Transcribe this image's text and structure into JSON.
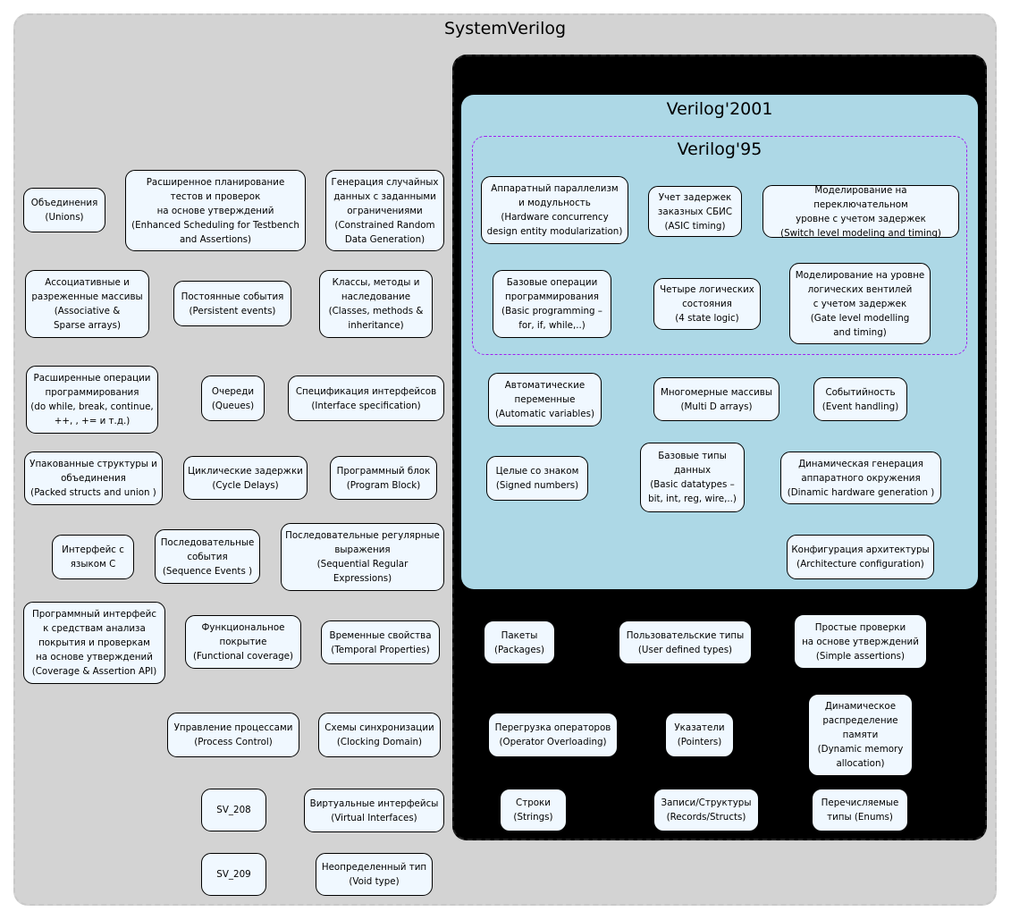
{
  "clusters": {
    "systemverilog": "SystemVerilog",
    "verilog2001": "Verilog'2001",
    "verilog95": "Verilog'95"
  },
  "colors": {
    "systemverilog_fill": "#d3d3d3",
    "black_cluster_fill": "#000000",
    "verilog2001_fill": "#add8e6",
    "verilog95_border": "#a020f0",
    "node_fill": "#f0f8ff"
  },
  "nodes": {
    "unions": "Объединения\n(Unions)",
    "enhanced_scheduling": "Расширенное планирование\nтестов и проверок\nна основе утверждений\n(Enhanced Scheduling for Testbench\nand Assertions)",
    "constrained_random": "Генерация случайных\nданных с заданными\nограничениями\n(Constrained Random\nData Generation)",
    "associative_arrays": "Ассоциативные и\nразреженные массивы\n(Associative &\nSparse arrays)",
    "persistent_events": "Постоянные события\n(Persistent events)",
    "classes": "Классы, методы и\nнаследование\n(Classes, methods &\ninheritance)",
    "enhanced_programming": "Расширенные операции\nпрограммирования\n(do while, break, continue,\n++, , += и т.д.)",
    "queues": "Очереди\n(Queues)",
    "interface_spec": "Спецификация интерфейсов\n(Interface specification)",
    "packed_structs": "Упакованные структуры и\nобъединения\n(Packed structs and union )",
    "cycle_delays": "Циклические задержки\n(Cycle Delays)",
    "program_block": "Программный блок\n(Program Block)",
    "c_interface": "Интерфейс с\nязыком С",
    "sequence_events": "Последовательные\nсобытия\n(Sequence Events )",
    "sequential_regex": "Последовательные регулярные\nвыражения\n(Sequential Regular\nExpressions)",
    "coverage_api": "Программный интерфейс\nк средствам анализа\nпокрытия и проверкам\nна основе утверждений\n(Coverage & Assertion API)",
    "functional_coverage": "Функциональное\nпокрытие\n(Functional coverage)",
    "temporal_properties": "Временные свойства\n(Temporal Properties)",
    "process_control": "Управление процессами\n(Process Control)",
    "clocking_domain": "Схемы синхронизации\n(Clocking Domain)",
    "sv_208": "SV_208",
    "virtual_interfaces": "Виртуальные интерфейсы\n(Virtual Interfaces)",
    "sv_209": "SV_209",
    "void_type": "Неопределенный тип\n(Void type)",
    "hw_concurrency": "Аппаратный параллелизм\nи модульность\n(Hardware concurrency\ndesign entity modularization)",
    "asic_timing": "Учет задержек\nзаказных СБИС\n(ASIC timing)",
    "switch_level": "Моделирование на переключательном\nуровне с учетом задержек\n(Switch level modeling and timing)",
    "basic_programming": "Базовые операции\nпрограммирования\n(Basic programming –\nfor, if, while,..)",
    "four_state": "Четыре логических\nсостояния\n(4 state logic)",
    "gate_level": "Моделирование на уровне\nлогических вентилей\nс учетом задержек\n(Gate level modelling\nand timing)",
    "automatic_vars": "Автоматические\nпеременные\n(Automatic variables)",
    "multi_d_arrays": "Многомерные массивы\n(Multi D arrays)",
    "event_handling": "Событийность\n(Event handling)",
    "signed_numbers": "Целые со знаком\n(Signed numbers)",
    "basic_datatypes": "Базовые типы\nданных\n(Basic datatypes –\nbit, int, reg, wire,..)",
    "dynamic_hw_gen": "Динамическая генерация\nаппаратного окружения\n(Dinamic hardware generation )",
    "arch_config": "Конфигурация архитектуры\n(Architecture configuration)",
    "packages": "Пакеты\n(Packages)",
    "user_defined_types": "Пользовательские типы\n(User defined types)",
    "simple_assertions": "Простые проверки\nна основе утверждений\n(Simple assertions)",
    "operator_overloading": "Перегрузка операторов\n(Operator Overloading)",
    "pointers": "Указатели\n(Pointers)",
    "dynamic_memory": "Динамическое\nраспределение\nпамяти\n(Dynamic memory\nallocation)",
    "strings": "Строки\n(Strings)",
    "records_structs": "Записи/Структуры\n(Records/Structs)",
    "enums": "Перечисляемые\nтипы (Enums)"
  }
}
